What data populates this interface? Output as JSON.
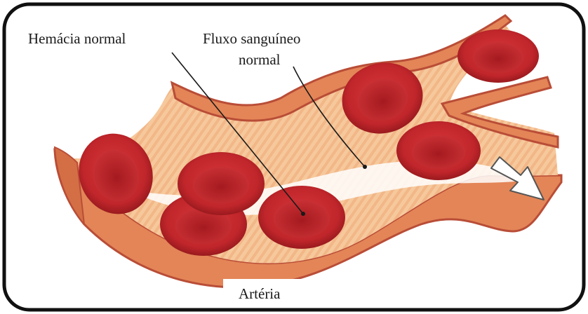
{
  "labels": {
    "rbc": "Hemácia normal",
    "flow_line1": "Fluxo sanguíneo",
    "flow_line2": "normal",
    "vessel": "Artéria"
  },
  "colors": {
    "frame": "#111111",
    "wall": "#e98f62",
    "wall_edge": "#b94d37",
    "lumen": "#f6c99c",
    "rbc": "#c0262b",
    "rbc_dark": "#8a1519",
    "rbc_light": "#e8585a",
    "arrow": "#ffffff"
  },
  "icons": [
    "flow-direction-arrow-icon"
  ]
}
